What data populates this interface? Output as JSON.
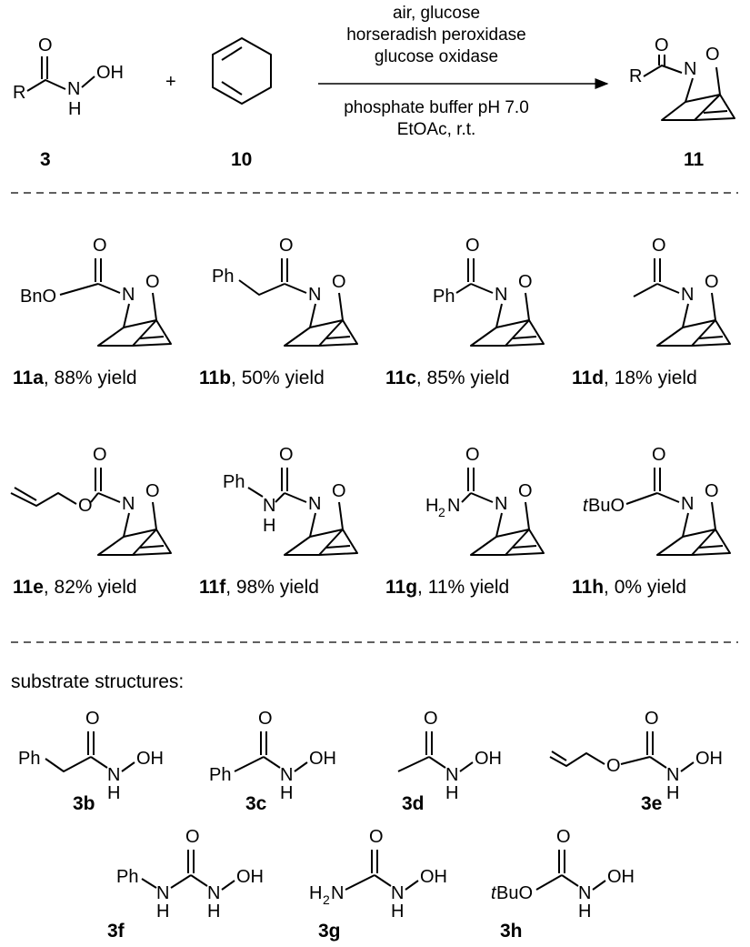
{
  "scheme": {
    "reactant_hydroxamic": {
      "R": "R",
      "O": "O",
      "N": "N",
      "H": "H",
      "OH": "OH",
      "label": "3"
    },
    "plus": "+",
    "diene_label": "10",
    "conditions_above": [
      "air, glucose",
      "horseradish peroxidase",
      "glucose oxidase"
    ],
    "conditions_below": [
      "phosphate buffer pH 7.0",
      "EtOAc, r.t."
    ],
    "product": {
      "R": "R",
      "O_carbonyl": "O",
      "N": "N",
      "O_ring": "O",
      "label": "11"
    }
  },
  "products": [
    {
      "id": "11a",
      "yield_text": ", 88% yield",
      "group": "BnO"
    },
    {
      "id": "11b",
      "yield_text": ", 50% yield",
      "group": "Ph"
    },
    {
      "id": "11c",
      "yield_text": ", 85% yield",
      "group": "Ph"
    },
    {
      "id": "11d",
      "yield_text": ", 18% yield",
      "group": ""
    },
    {
      "id": "11e",
      "yield_text": ", 82% yield",
      "group": "O"
    },
    {
      "id": "11f",
      "yield_text": ", 98% yield",
      "group": "Ph",
      "NH": "H"
    },
    {
      "id": "11g",
      "yield_text": ", 11% yield",
      "group": "H",
      "sub2": "2",
      "N": "N"
    },
    {
      "id": "11h",
      "yield_text": ", 0% yield",
      "group_italic": "t",
      "group": "BuO"
    }
  ],
  "atoms": {
    "O": "O",
    "N": "N",
    "H": "H",
    "OH": "OH",
    "Ph": "Ph",
    "BnO": "BnO",
    "BuO": "BuO",
    "t": "t",
    "two": "2"
  },
  "substrate_heading": "substrate structures:",
  "substrates": [
    {
      "id": "3b"
    },
    {
      "id": "3c"
    },
    {
      "id": "3d"
    },
    {
      "id": "3e"
    },
    {
      "id": "3f"
    },
    {
      "id": "3g"
    },
    {
      "id": "3h"
    }
  ]
}
